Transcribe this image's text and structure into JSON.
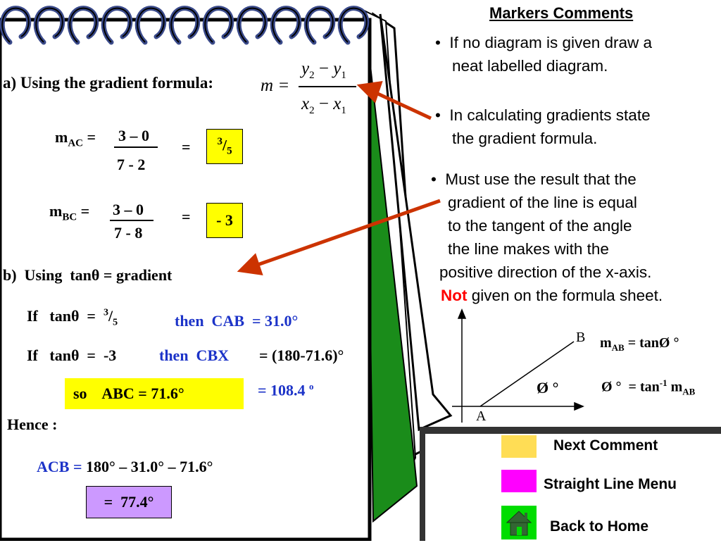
{
  "comments": {
    "heading": "Markers Comments",
    "items": [
      {
        "bullet": "•",
        "lines": [
          "If no diagram is given draw a",
          "neat labelled diagram."
        ]
      },
      {
        "bullet": "•",
        "lines": [
          "In calculating gradients state",
          "the gradient formula."
        ]
      },
      {
        "bullet": "•",
        "lines": [
          "Must use the result that the",
          "gradient of the line is equal",
          "to the tangent of the angle",
          "the line makes with the",
          "positive direction of the x-axis."
        ]
      }
    ],
    "not_word": "Not",
    "not_rest": " given on the formula sheet."
  },
  "solution": {
    "part_a_label": "a) Using the gradient formula:",
    "formula": {
      "m": "m",
      "eq": "=",
      "y2": "y",
      "y2_sub": "2",
      "minus": "−",
      "y1": "y",
      "y1_sub": "1",
      "x2": "x",
      "x2_sub": "2",
      "x1": "x",
      "x1_sub": "1"
    },
    "m_ac": {
      "m": "m",
      "sub": "AC",
      "eq": "=",
      "num": "3 – 0",
      "den": "7 - 2",
      "eq2": "=",
      "result_sup": "3",
      "result_slash": "/",
      "result_sub": "5"
    },
    "m_bc": {
      "m": "m",
      "sub": "BC",
      "eq": "=",
      "num": "3 – 0",
      "den": "7 - 8",
      "eq2": "=",
      "result": "- 3"
    },
    "part_b_label": "b)  Using  tanθ = gradient",
    "line1": {
      "if": "If   tanθ  =  ",
      "sup": "3",
      "slash": "/",
      "sub": "5",
      "then": "then  CAB  = 31.0°"
    },
    "line2": {
      "if": "If   tanθ  =  -3",
      "then": "then  CBX",
      "rest": "= (180-71.6)°"
    },
    "so": "so    ABC = 71.6°",
    "eq108": "= 108.4",
    "eq108_sup": "o",
    "hence": "Hence :",
    "acb_label": "ACB = ",
    "acb_rest": "180° – 31.0° – 71.6°",
    "final": "=  77.4°"
  },
  "diagram": {
    "b": "B",
    "a": "A",
    "angle": "Ø °",
    "mab_m": "m",
    "mab_sub": "AB",
    "mab_rest": " = tanØ °",
    "inv_pre": "Ø °  = tan",
    "inv_sup": "-1",
    "inv_m": " m",
    "inv_sub": "AB"
  },
  "menu": {
    "next": "Next Comment",
    "straight": "Straight Line Menu",
    "home": "Back to Home"
  },
  "colors": {
    "yellow_box": "#ffff00",
    "purple_box": "#cc99ff",
    "next_swatch": "#ffdd55",
    "straight_swatch": "#ff00ff",
    "home_swatch": "#00dd00",
    "notebook_green": "#1a8c1a",
    "arrow": "#cc3300",
    "spiral": "#3a4a8a"
  }
}
